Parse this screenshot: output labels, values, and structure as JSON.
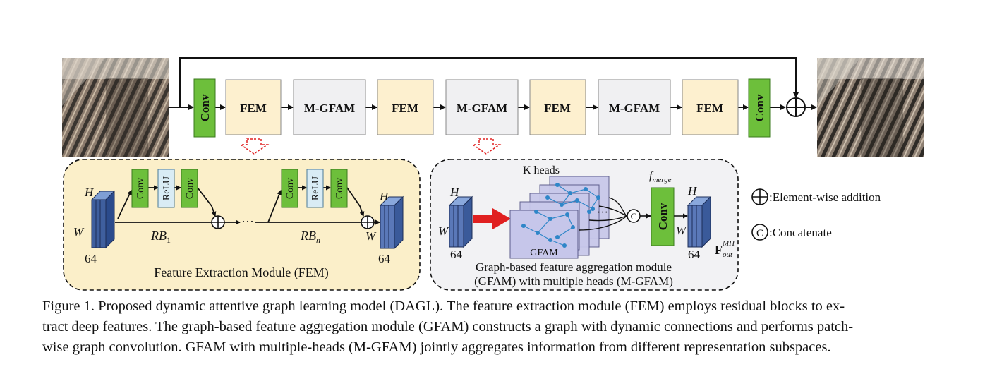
{
  "main_pipeline": {
    "input_conv": "Conv",
    "blocks": [
      "FEM",
      "M-GFAM",
      "FEM",
      "M-GFAM",
      "FEM",
      "M-GFAM",
      "FEM"
    ],
    "output_conv": "Conv"
  },
  "fem_panel": {
    "dim_h": "H",
    "dim_w": "W",
    "dim_c": "64",
    "rb_layers": [
      "Conv",
      "ReLU",
      "Conv"
    ],
    "rb1_label": "RB",
    "rb1_sub": "1",
    "rbn_label": "RB",
    "rbn_sub": "n",
    "ellipsis": "···",
    "title": "Feature Extraction Module (FEM)"
  },
  "gfam_panel": {
    "dim_h": "H",
    "dim_w": "W",
    "dim_c": "64",
    "k_heads": "K heads",
    "gfam_label": "GFAM",
    "concat_symbol": "C",
    "f_merge": "f",
    "f_merge_sub": "merge",
    "conv": "Conv",
    "f_out": "F",
    "f_out_sup": "MH",
    "f_out_sub": "out",
    "title_line1": "Graph-based feature aggregation module",
    "title_line2": "(GFAM) with multiple heads (M-GFAM)"
  },
  "legend": {
    "add_label": ":Element-wise addition",
    "concat_symbol": "C",
    "concat_label": ":Concatenate"
  },
  "caption": {
    "line1": "Figure 1. Proposed dynamic attentive graph learning model (DAGL). The feature extraction module (FEM) employs residual blocks to ex-",
    "line2": "tract deep features. The graph-based feature aggregation module (GFAM) constructs a graph with dynamic connections and performs patch-",
    "line3": "wise graph convolution. GFAM with multiple-heads (M-GFAM) jointly aggregates information from different representation subspaces."
  },
  "colors": {
    "conv_green": "#6dbf3b",
    "fem_fill": "#fdf0cf",
    "mgfam_fill": "#f0f0f2",
    "fem_panel_fill": "#fbefc9",
    "gfam_panel_fill": "#f2f2f4",
    "feature_blue": "#3f5f9e",
    "relu_fill": "#d9ecf5",
    "arrow_red": "#e02020",
    "node_blue": "#2f86c8"
  }
}
